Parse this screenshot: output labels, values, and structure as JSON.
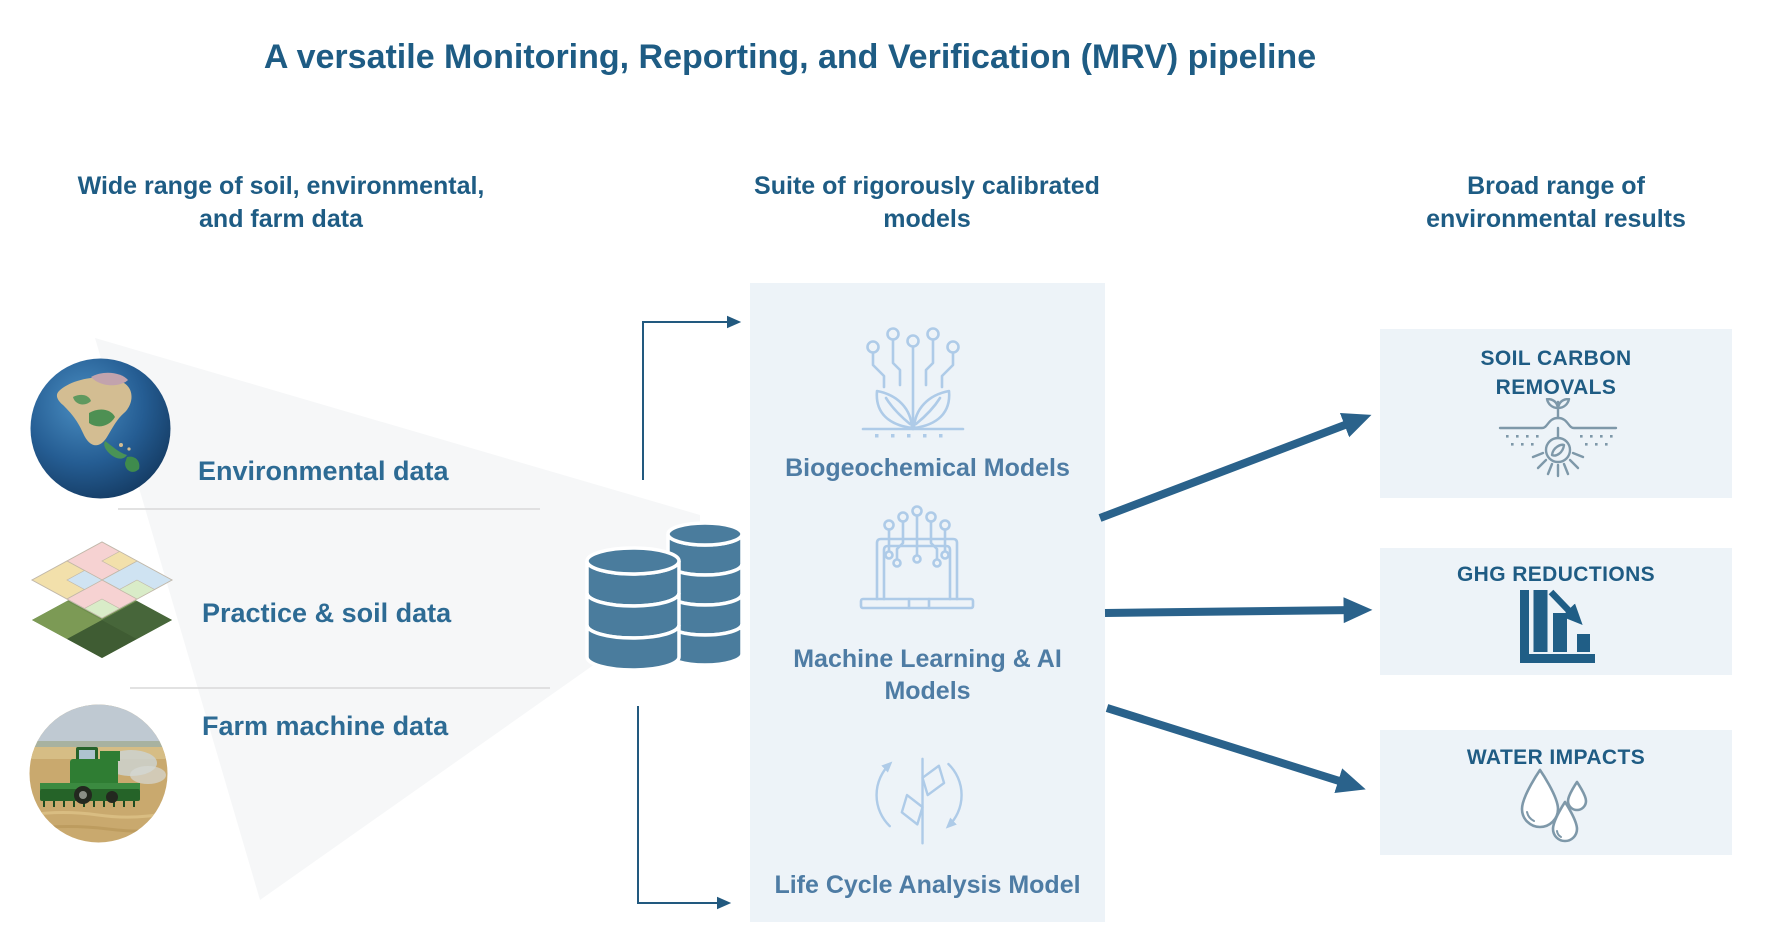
{
  "title": "A versatile Monitoring, Reporting, and Verification (MRV) pipeline",
  "inputs": {
    "header": "Wide range of soil, environmental,\nand farm data",
    "items": [
      {
        "label": "Environmental data",
        "icon": "earth-globe-icon"
      },
      {
        "label": "Practice & soil data",
        "icon": "field-map-layers-icon"
      },
      {
        "label": "Farm machine data",
        "icon": "combine-harvester-icon"
      }
    ]
  },
  "database_icon": "database-stack-icon",
  "models": {
    "header": "Suite of rigorously calibrated\nmodels",
    "items": [
      {
        "label": "Biogeochemical Models",
        "icon": "plant-circuit-icon"
      },
      {
        "label": "Machine Learning & AI\nModels",
        "icon": "laptop-circuit-icon"
      },
      {
        "label": "Life Cycle Analysis Model",
        "icon": "cycle-leaf-icon"
      }
    ]
  },
  "results": {
    "header": "Broad range of\nenvironmental results",
    "items": [
      {
        "label": "SOIL CARBON\nREMOVALS",
        "icon": "soil-seed-magnifier-icon"
      },
      {
        "label": "GHG REDUCTIONS",
        "icon": "declining-bars-arrow-icon"
      },
      {
        "label": "WATER IMPACTS",
        "icon": "water-droplets-icon"
      }
    ]
  },
  "colors": {
    "title_text": "#1e5c84",
    "input_label_text": "#2d6b94",
    "model_label_text": "#4e7ca4",
    "model_icon": "#aecbe8",
    "panel_background": "#edf3f8",
    "database": "#4a7c9d",
    "flow_arrow": "#2a628b",
    "thin_arrow": "#22597f",
    "result_label_text": "#1f5c84",
    "result_icon": "#7e98a9",
    "funnel_background": "#f6f7f8"
  }
}
